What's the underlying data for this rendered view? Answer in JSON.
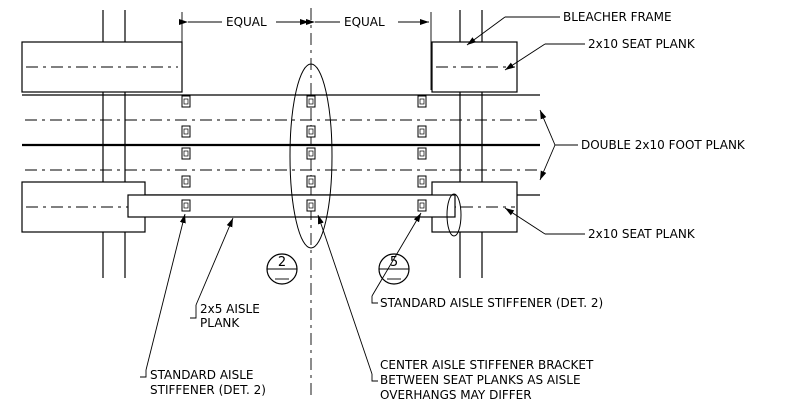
{
  "dimensions": {
    "left": "EQUAL",
    "right": "EQUAL"
  },
  "labels": {
    "bleacher_frame": "BLEACHER FRAME",
    "seat_plank_top": "2x10 SEAT PLANK",
    "foot_plank": "DOUBLE 2x10 FOOT PLANK",
    "seat_plank_bottom": "2x10 SEAT PLANK",
    "aisle_plank_line1": "2x5 AISLE",
    "aisle_plank_line2": "PLANK",
    "std_stiffener_right": "STANDARD AISLE STIFFENER (DET. 2)",
    "std_stiffener_left_line1": "STANDARD AISLE",
    "std_stiffener_left_line2": "STIFFENER (DET. 2)",
    "center_line1": "CENTER AISLE STIFFENER BRACKET",
    "center_line2": "BETWEEN SEAT PLANKS AS AISLE",
    "center_line3": "OVERHANGS MAY DIFFER"
  },
  "detail_callouts": {
    "left": "2",
    "right": "5"
  }
}
